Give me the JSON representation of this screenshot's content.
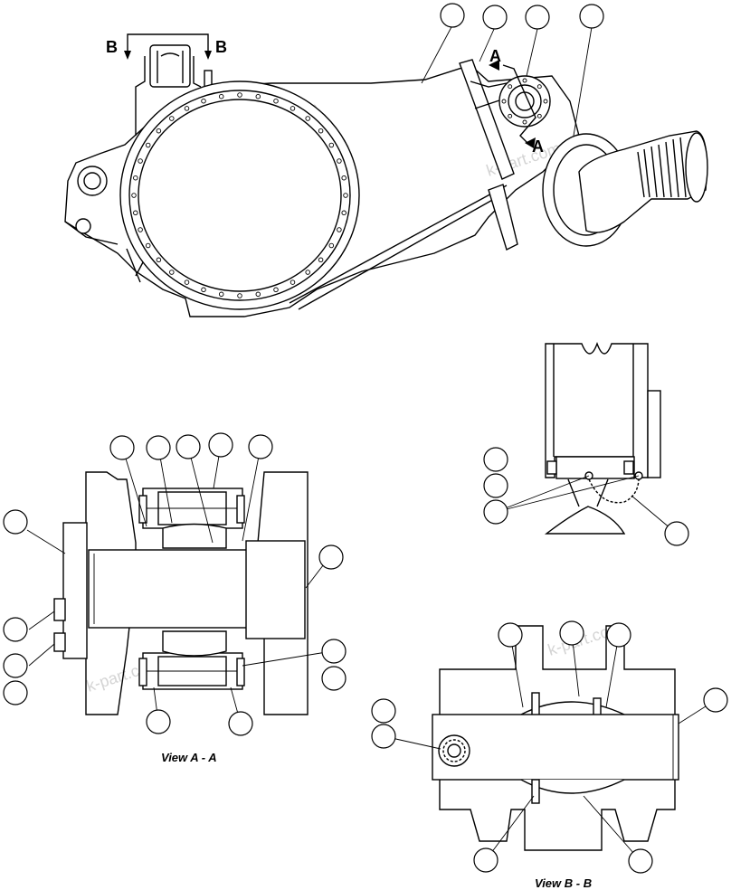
{
  "section_labels": {
    "b": "B",
    "a": "A"
  },
  "captions": {
    "view_a": "View A - A",
    "view_b": "View B - B"
  },
  "watermark": "k-part.com"
}
